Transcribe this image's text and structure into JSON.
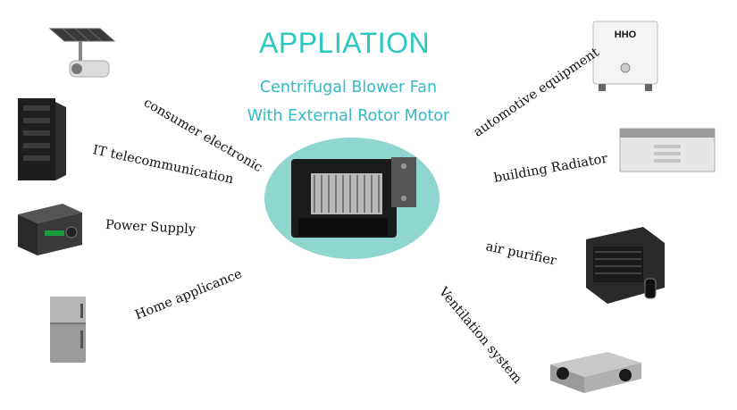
{
  "title": "APPLIATION",
  "subtitle_line1": "Centrifugal Blower Fan",
  "subtitle_line2": "With External Rotor Motor",
  "applications": {
    "consumer_electronic": "consumer electronic",
    "it_telecom": "IT telecommunication",
    "power_supply": "Power Supply",
    "home_appliance": "Home applicance",
    "automotive": "automotive equipment",
    "building_radiator": "building Radiator",
    "air_purifier": "air purifier",
    "ventilation": "Ventilation system"
  },
  "hho_logo": "HHO",
  "colors": {
    "title": "#2bc8c0",
    "subtitle": "#35b9c8",
    "oval": "#8fd6cf"
  }
}
